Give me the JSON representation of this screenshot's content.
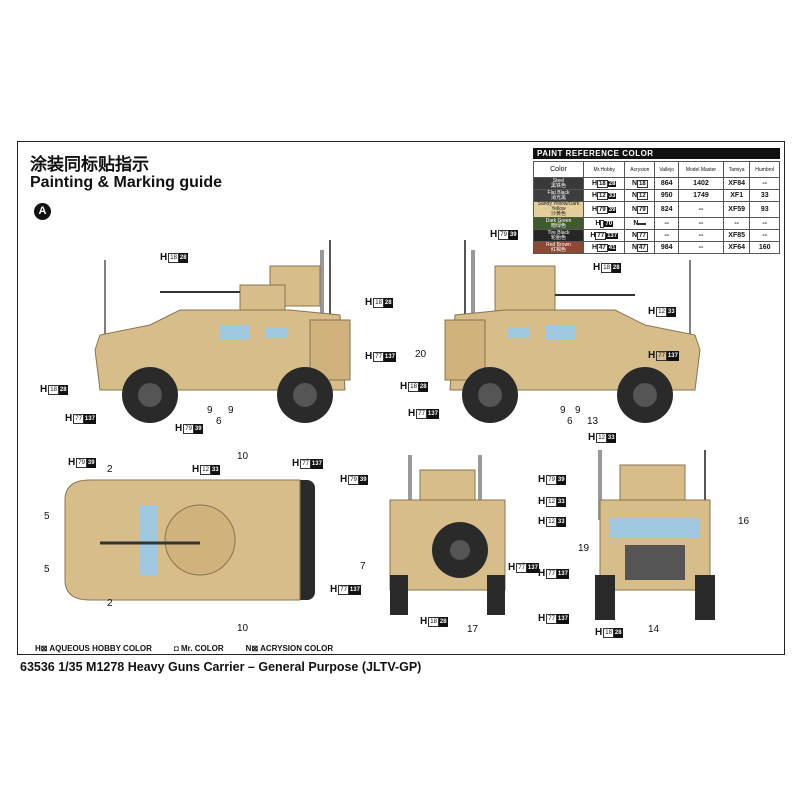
{
  "title_cn": "涂装同标贴指示",
  "title_en": "Painting & Marking guide",
  "section_badge": "A",
  "paint_table": {
    "heading": "PAINT  REFERENCE COLOR",
    "columns": [
      "Color",
      "Mr.Hobby",
      "Acrysion",
      "Vallejo",
      "Model Master",
      "Tamiya",
      "Humbrol"
    ],
    "rows": [
      {
        "name": "Steel",
        "name_cn": "黑铁色",
        "swatch": "#3a3a3a",
        "h": "18",
        "mr": "28",
        "n": "18",
        "vallejo": "864",
        "model_master": "1402",
        "tamiya": "XF84",
        "humbrol": "--"
      },
      {
        "name": "Flat Black",
        "name_cn": "消光黑",
        "swatch": "#3d3d3d",
        "h": "12",
        "mr": "33",
        "n": "12",
        "vallejo": "950",
        "model_master": "1749",
        "tamiya": "XF1",
        "humbrol": "33"
      },
      {
        "name": "Sandy Yellow/Dark Yellow",
        "name_cn": "沙黄色",
        "swatch": "#e4cf9a",
        "h": "79",
        "mr": "39",
        "n": "79",
        "vallejo": "824",
        "model_master": "--",
        "tamiya": "XF59",
        "humbrol": "93"
      },
      {
        "name": "Dark Green",
        "name_cn": "暗绿色",
        "swatch": "#3f5a2c",
        "h": "",
        "mr": "70",
        "n": "",
        "vallejo": "--",
        "model_master": "--",
        "tamiya": "--",
        "humbrol": "--"
      },
      {
        "name": "Tire Black",
        "name_cn": "轮胎色",
        "swatch": "#262626",
        "h": "77",
        "mr": "137",
        "n": "77",
        "vallejo": "--",
        "model_master": "--",
        "tamiya": "XF85",
        "humbrol": "--"
      },
      {
        "name": "Red Brown",
        "name_cn": "红褐色",
        "swatch": "#8a4a34",
        "h": "47",
        "mr": "41",
        "n": "47",
        "vallejo": "984",
        "model_master": "--",
        "tamiya": "XF64",
        "humbrol": "160"
      }
    ]
  },
  "callouts": [
    {
      "h": "18",
      "mr": "28"
    },
    {
      "h": "18",
      "mr": "28"
    },
    {
      "h": "77",
      "mr": "137"
    },
    {
      "h": "18",
      "mr": "28"
    },
    {
      "h": "77",
      "mr": "137"
    },
    {
      "h": "79",
      "mr": "39"
    },
    {
      "h": "79",
      "mr": "39"
    },
    {
      "h": "18",
      "mr": "28"
    },
    {
      "h": "12",
      "mr": "33"
    },
    {
      "h": "77",
      "mr": "137"
    },
    {
      "h": "18",
      "mr": "28"
    },
    {
      "h": "77",
      "mr": "137"
    },
    {
      "h": "79",
      "mr": "39"
    },
    {
      "h": "12",
      "mr": "33"
    },
    {
      "h": "77",
      "mr": "137"
    },
    {
      "h": "79",
      "mr": "39"
    },
    {
      "h": "77",
      "mr": "137"
    },
    {
      "h": "77",
      "mr": "137"
    },
    {
      "h": "18",
      "mr": "28"
    },
    {
      "h": "79",
      "mr": "39"
    },
    {
      "h": "12",
      "mr": "33"
    },
    {
      "h": "12",
      "mr": "33"
    },
    {
      "h": "12",
      "mr": "33"
    },
    {
      "h": "77",
      "mr": "137"
    },
    {
      "h": "77",
      "mr": "137"
    },
    {
      "h": "18",
      "mr": "28"
    }
  ],
  "part_numbers": [
    "9",
    "9",
    "6",
    "20",
    "9",
    "9",
    "6",
    "13",
    "2",
    "10",
    "5",
    "5",
    "2",
    "10",
    "7",
    "17",
    "16",
    "19",
    "14"
  ],
  "legend": {
    "hobby": "H⊠ AQUEOUS HOBBY COLOR",
    "mr": "◘ Mr. COLOR",
    "acrysion": "N⊠ ACRYSION COLOR"
  },
  "footer": "63536 1/35 M1278 Heavy Guns Carrier – General Purpose (JLTV-GP)",
  "colors": {
    "vehicle_tan": "#d7bd8a",
    "tire": "#2a2a2a",
    "glass": "#9fc8e0"
  }
}
